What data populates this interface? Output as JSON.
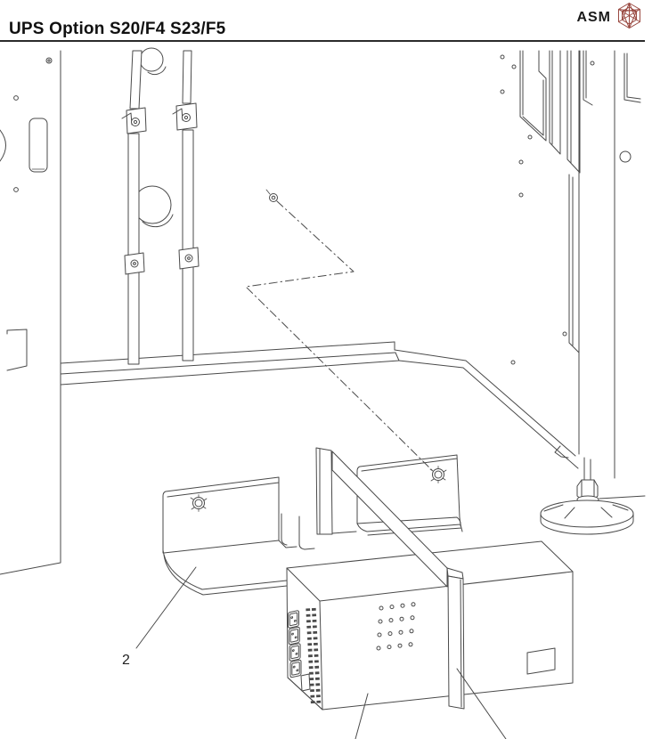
{
  "header": {
    "title": "UPS Option S20/F4 S23/F5",
    "brand": {
      "text": "ASM",
      "logo_icon": "asm-hexagon-logo",
      "logo_color": "#9a4a42"
    }
  },
  "figure": {
    "kind": "technical-line-illustration",
    "line_color": "#4a4a4a",
    "callout_2": "2",
    "elements": [
      "cabinet-left-wall",
      "cabinet-back-wall",
      "mounting-rails-with-buckles",
      "cable-holes",
      "cabinet-right-post",
      "hanging-panels",
      "leveling-foot",
      "screw-insertion-path",
      "mounting-bracket",
      "thumbscrews",
      "hold-down-strap",
      "ups-unit",
      "power-outlets",
      "vent-grid",
      "hole-grid",
      "name-plate",
      "leader-lines"
    ]
  }
}
